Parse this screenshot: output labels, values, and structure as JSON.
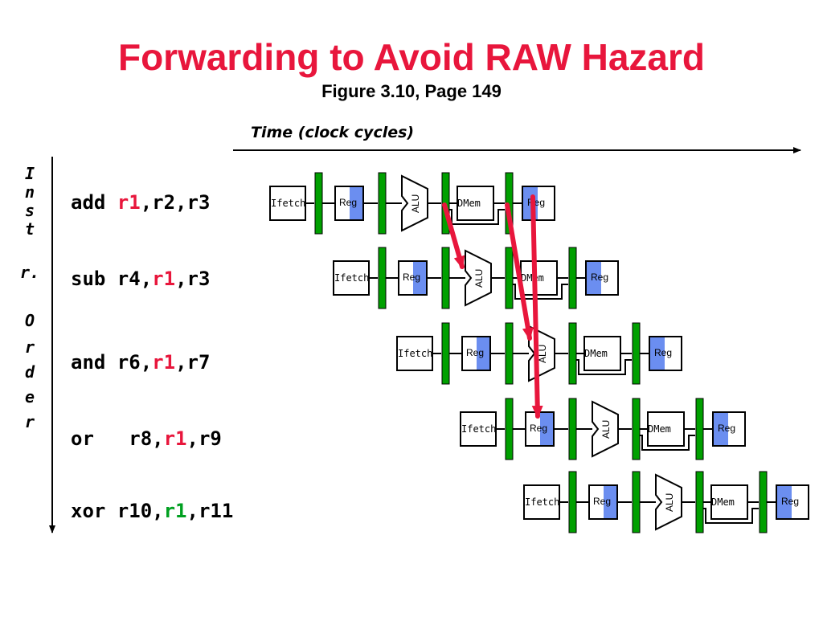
{
  "title": "Forwarding to Avoid RAW Hazard",
  "subtitle": "Figure 3.10, Page 149",
  "time_label": "Time (clock cycles)",
  "order_label": [
    "I",
    "n",
    "s",
    "t",
    "r.",
    "O",
    "r",
    "d",
    "e",
    "r"
  ],
  "stages": {
    "ifetch": "Ifetch",
    "reg": "Reg",
    "alu": "ALU",
    "dmem": "DMem",
    "wb": "Reg"
  },
  "instructions": [
    {
      "op": "add ",
      "pre": "",
      "reg": "r1",
      "post": ",r2,r3"
    },
    {
      "op": "sub ",
      "pre": "r4,",
      "reg": "r1",
      "post": ",r3"
    },
    {
      "op": "and ",
      "pre": "r6,",
      "reg": "r1",
      "post": ",r7"
    },
    {
      "op": "or   ",
      "pre": "r8,",
      "reg": "r1",
      "post": ",r9"
    },
    {
      "op": "xor ",
      "pre": "r10,",
      "reg": "r1",
      "post": ",r11"
    }
  ],
  "colors": {
    "title": "#e8163c",
    "latch": "#00a000",
    "reg_fill": "#6b8ef0",
    "arrow": "#e8163c",
    "green_text": "#00a020"
  }
}
